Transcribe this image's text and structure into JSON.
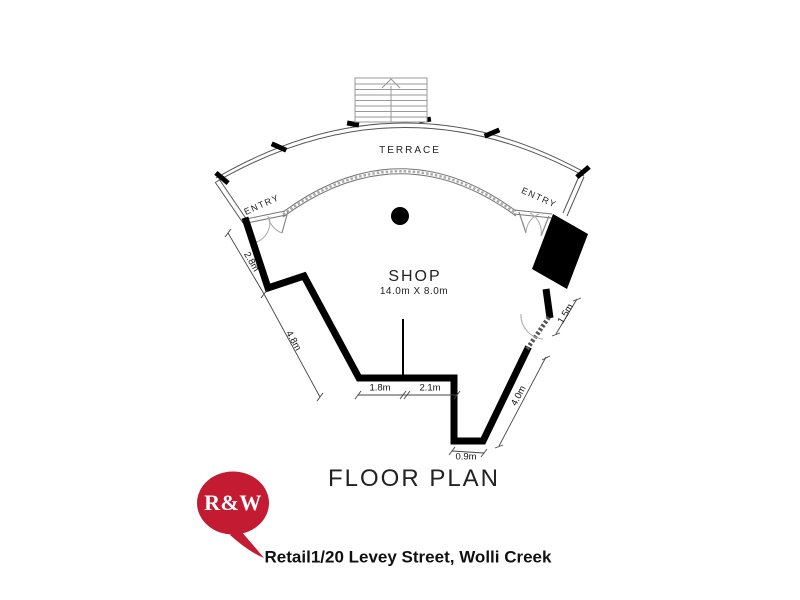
{
  "plan": {
    "terrace_label": "TERRACE",
    "entry_left_label": "ENTRY",
    "entry_right_label": "ENTRY",
    "shop": {
      "name": "SHOP",
      "size": "14.0m X 8.0m"
    },
    "dimensions": {
      "left_upper": "2.8m",
      "left_lower": "4.8m",
      "bottom_inner_left": "1.8m",
      "bottom_inner_right": "2.1m",
      "bottom_notch": "0.9m",
      "right_lower": "4.0m",
      "right_upper": "1.5m"
    }
  },
  "footer": {
    "title": "FLOOR PLAN",
    "address": "Retail1/20 Levey Street, Wolli Creek"
  },
  "logo": {
    "text": "R&W",
    "color": "#C21B32"
  },
  "colors": {
    "wall": "#000000",
    "thin_line": "#777777",
    "background": "#FFFFFF",
    "logo_red": "#C21B32"
  }
}
